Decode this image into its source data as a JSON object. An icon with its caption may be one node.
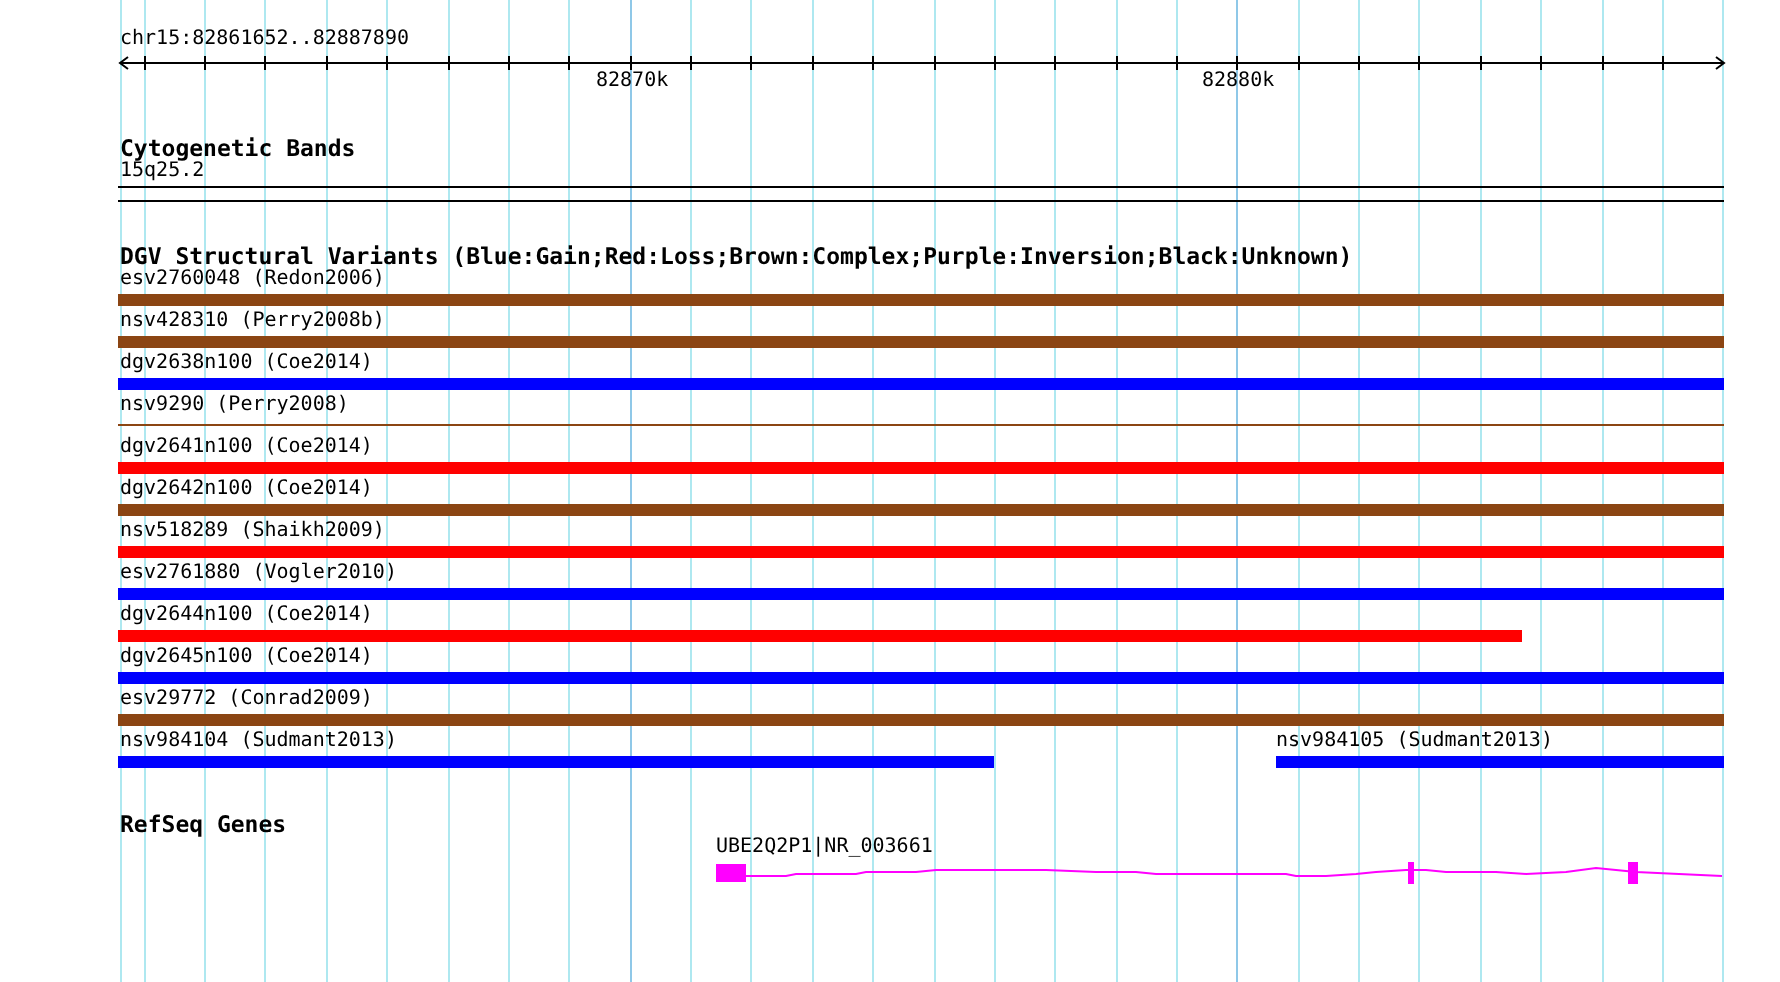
{
  "diagram": {
    "title": "chr15:82861652..82887890",
    "nodes": [
      {
        "text": [
          "esv2760048 (Redon2006)"
        ]
      },
      {
        "text": [
          "nsv428310 (Perry2008b)"
        ]
      },
      {
        "text": [
          "dgv2638n100 (Coe2014)"
        ]
      },
      {
        "text": [
          "nsv9290 (Perry2008)"
        ]
      },
      {
        "text": [
          "dgv2641n100 (Coe2014)"
        ]
      },
      {
        "text": [
          "dgv2642n100 (Coe2014)"
        ]
      },
      {
        "text": [
          "nsv518289 (Shaikh2009)"
        ]
      },
      {
        "text": [
          "esv2761880 (Vogler2010)"
        ]
      },
      {
        "text": [
          "dgv2644n100 (Coe2014)"
        ]
      },
      {
        "text": [
          "dgv2645n100 (Coe2014)"
        ]
      },
      {
        "text": [
          "esv29772 (Conrad2009)"
        ]
      },
      {
        "text": [
          "nsv984104 (Sudmant2013)"
        ]
      },
      {
        "text": [
          "nsv984105 (Sudmant2013)"
        ]
      },
      {
        "text": [
          "UBE2Q2P1|NR_003661"
        ]
      }
    ],
    "labels": [
      "82870k",
      "82880k",
      "Cytogenetic Bands",
      "15q25.2",
      "DGV Structural Variants (Blue:Gain;Red:Loss;Brown:Complex;Purple:Inversion;Black:Unknown)",
      "RefSeq Genes"
    ]
  }
}
